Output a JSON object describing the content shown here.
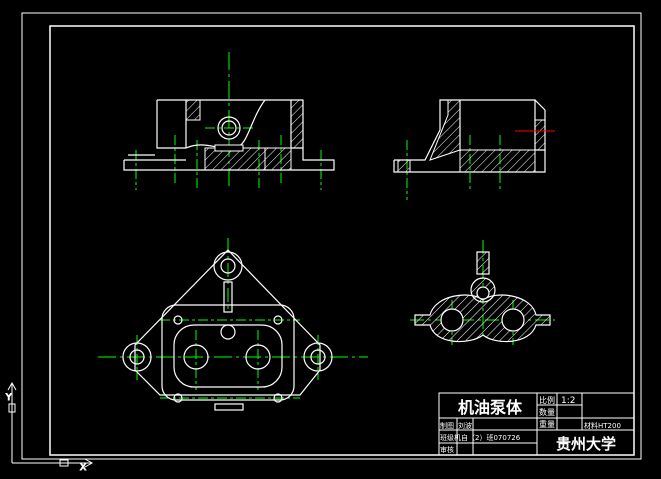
{
  "title_block": {
    "part_name": "机油泵体",
    "scale_label": "比例",
    "scale_value": "1:2",
    "quantity_label": "数量",
    "weight_label": "重量",
    "material_label": "材料HT200",
    "drawn_label": "制图",
    "drawn_by": "刘波",
    "class_label": "班级机自（2）班070726",
    "review_label": "审核",
    "school": "贵州大学"
  },
  "colors": {
    "background": "#000000",
    "outline": "#ffffff",
    "centerline": "#00ff00",
    "hatch": "#ffffff",
    "marker": "#ff0000"
  }
}
